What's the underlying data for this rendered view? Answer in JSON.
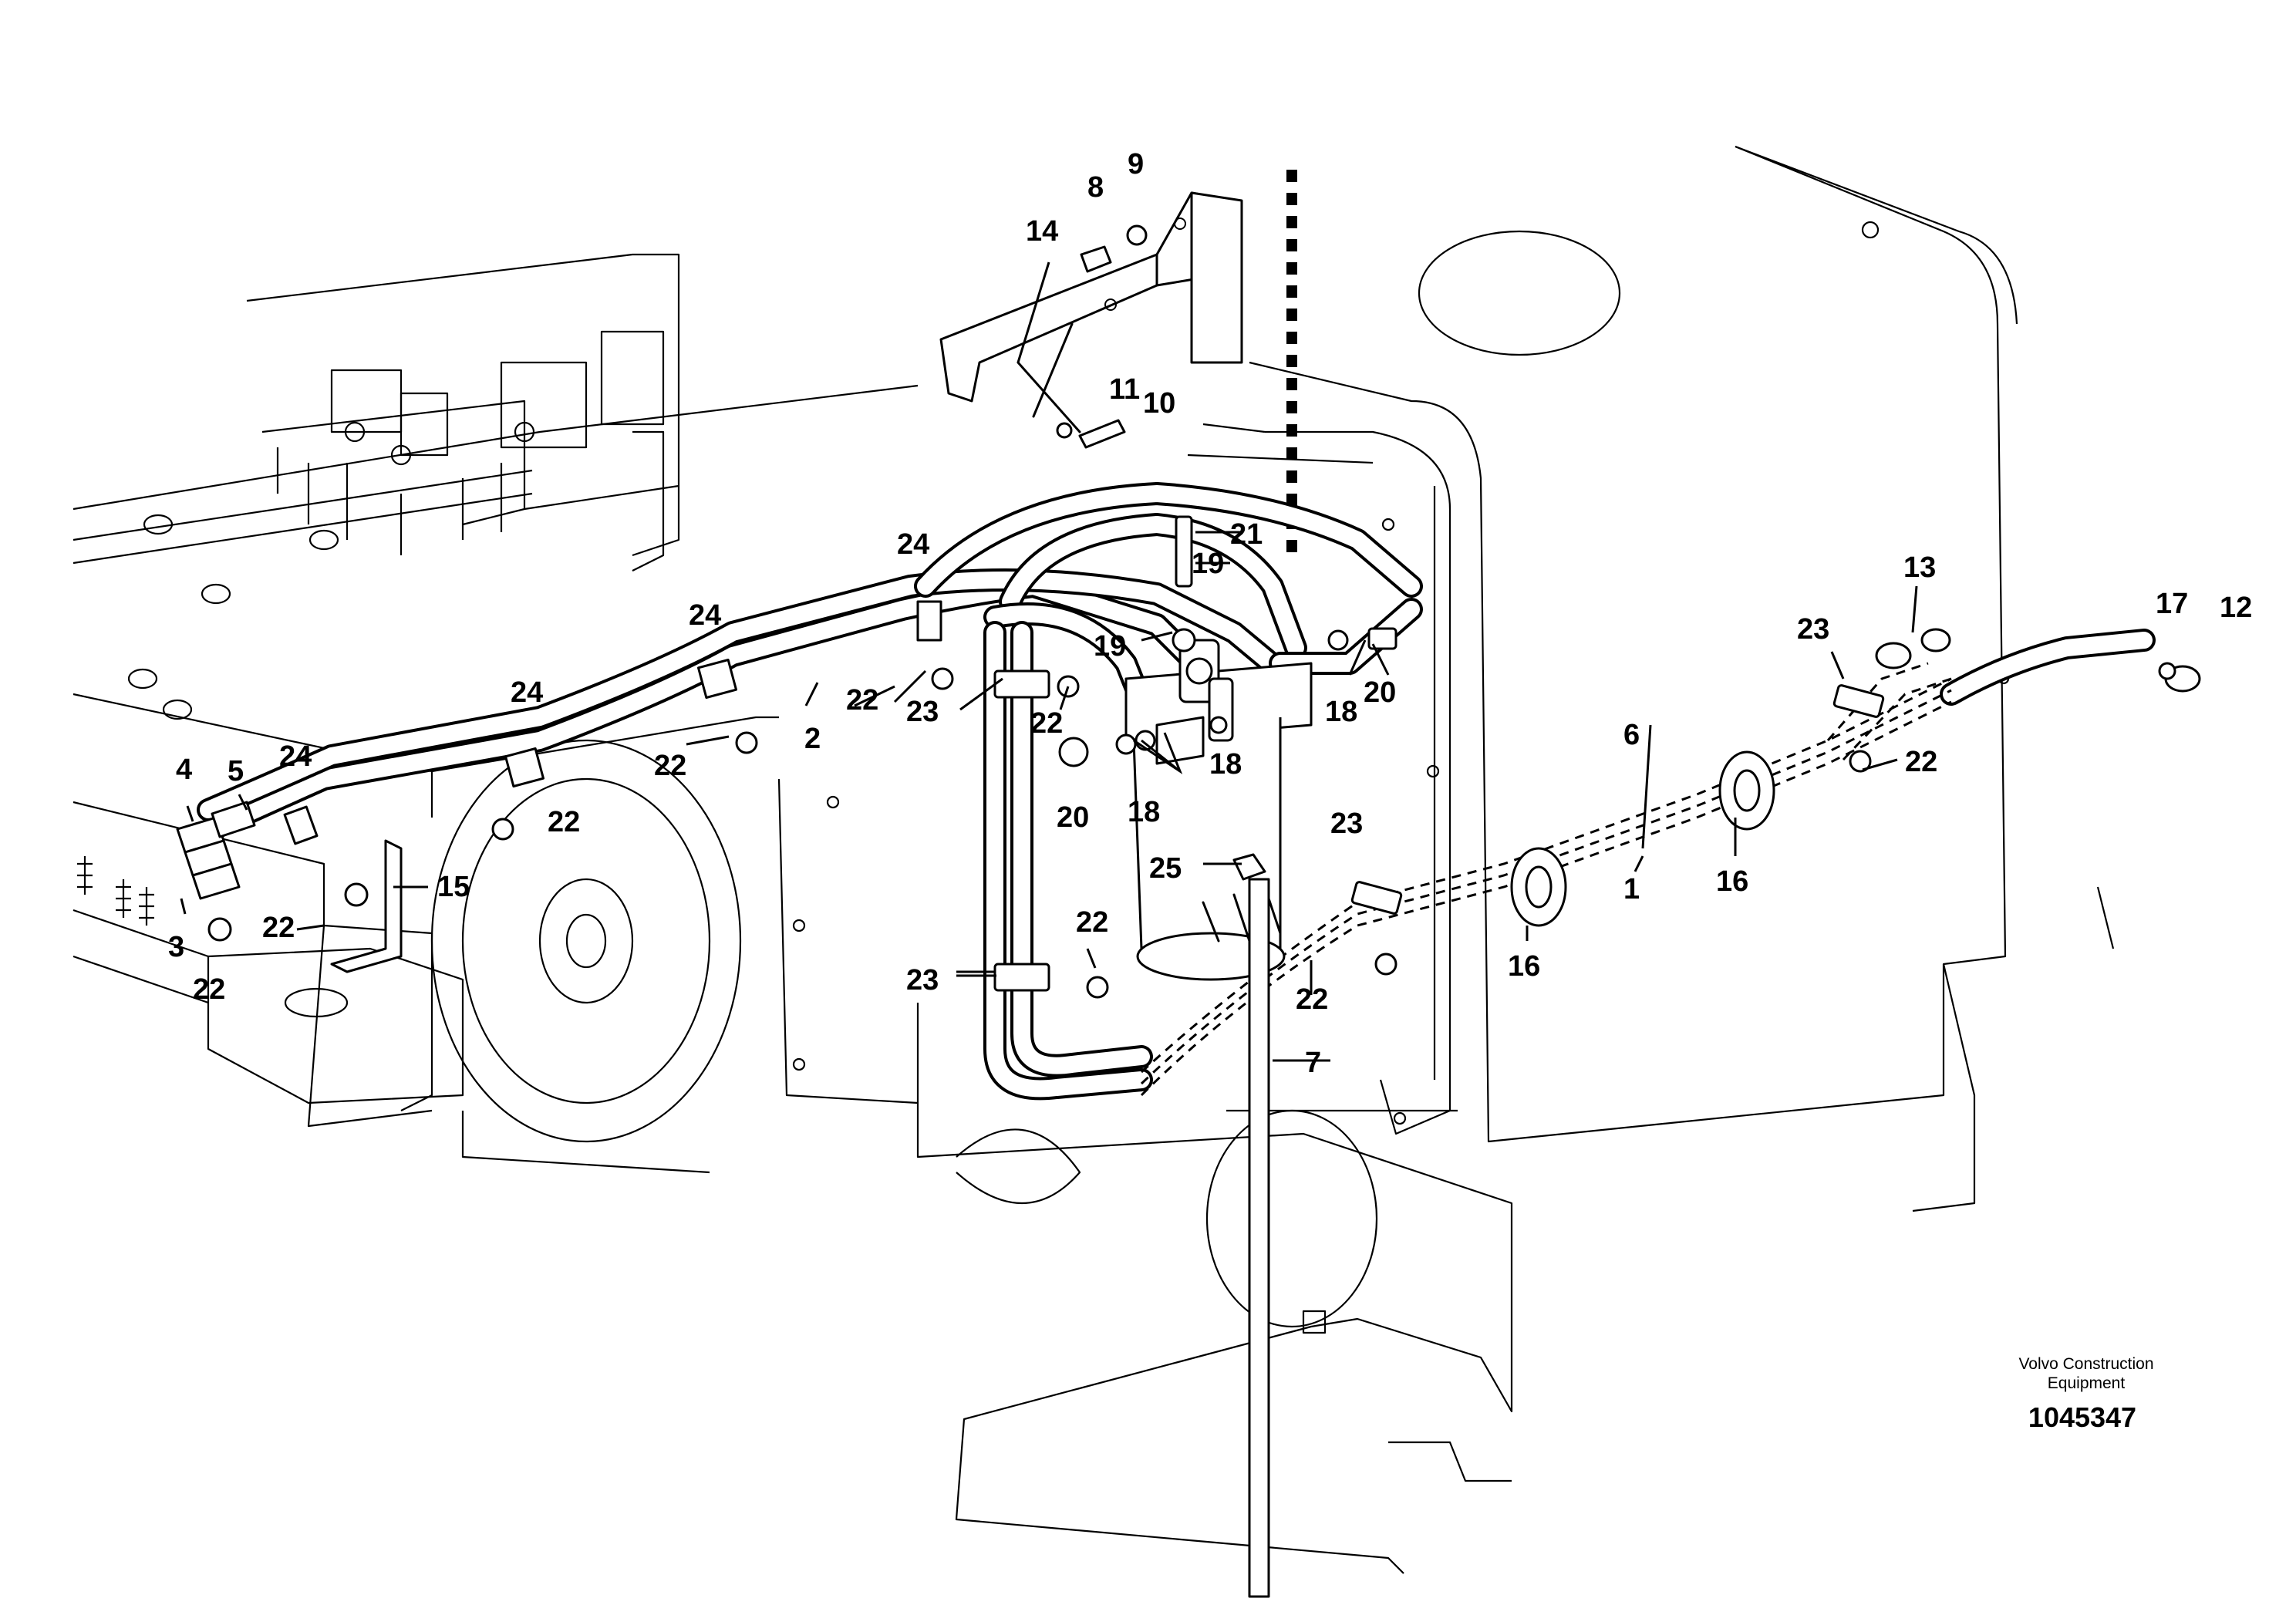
{
  "callouts": {
    "c1": "1",
    "c2": "2",
    "c3": "3",
    "c4": "4",
    "c5": "5",
    "c6": "6",
    "c7": "7",
    "c8": "8",
    "c9": "9",
    "c10": "10",
    "c11": "11",
    "c12": "12",
    "c13": "13",
    "c14": "14",
    "c15": "15",
    "c16": "16",
    "c17": "17",
    "c18": "18",
    "c19": "19",
    "c20": "20",
    "c21": "21",
    "c22": "22",
    "c23": "23",
    "c24": "24",
    "c25": "25"
  },
  "watermark": {
    "line1": "Volvo Construction",
    "line2": "Equipment",
    "number": "1045347"
  }
}
